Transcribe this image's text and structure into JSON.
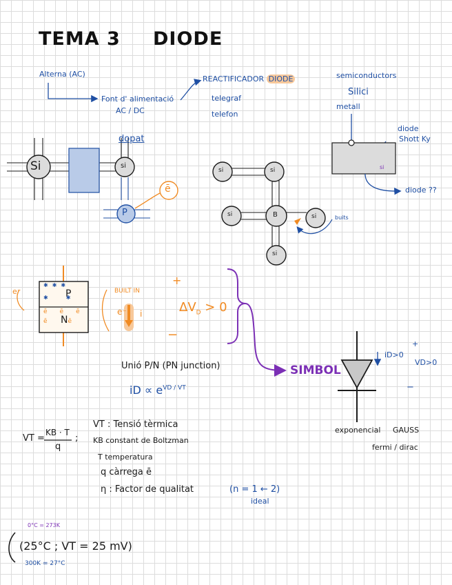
{
  "title": {
    "topic": "TEMA 3",
    "subject": "DIODE"
  },
  "section_ac": {
    "alterna": "Alterna (AC)",
    "font_line1": "Font d' alimentació",
    "font_line2": "AC / DC"
  },
  "section_rect": {
    "label": "REACTIFICADOR",
    "diode_tag": "DIODE",
    "uses": [
      "telegraf",
      "telefon"
    ]
  },
  "section_semi": {
    "title": "semiconductors",
    "items": [
      "Silici",
      "metall"
    ],
    "schottky": [
      "diode",
      "Shott Ky"
    ],
    "si_tag": "si",
    "question": "diode ??"
  },
  "lattice": {
    "dopat": "dopat",
    "si_big": "Si",
    "si_small": "si",
    "p_atom": "P",
    "electron": "ē",
    "b_atom": "B",
    "si_atoms": [
      "si",
      "si",
      "si",
      "si",
      "si"
    ],
    "hole_label": "buits"
  },
  "junction": {
    "p": "P",
    "n": "N",
    "e_minus": "e⁻",
    "built_in": "BUILT IN",
    "e_arrow": "e⁻",
    "current": "i",
    "plus": "+",
    "minus": "−",
    "delta_v": "ΔV",
    "delta_v_sub": "D",
    "delta_v_rest": " > 0"
  },
  "union": {
    "text": "Unió  P/N  (PN junction)",
    "i_d": "iD ∝ e",
    "exponent": "VD / VT"
  },
  "symbol": {
    "label": "SIMBOL",
    "id_label": "iD>0",
    "plus": "+",
    "vd_label": "VD>0",
    "minus": "−",
    "exponencial": "exponencial",
    "gauss": "GAUSS",
    "fermi": "fermi / dirac"
  },
  "thermal": {
    "vt_lhs": "VT =",
    "numerator": "KB · T",
    "denominator": "q",
    "semicolon": ";",
    "defs": [
      "VT : Tensió tèrmica",
      "KB  constant de Boltzman",
      "T   temperatura",
      "q   càrrega ē",
      "η : Factor de qualitat"
    ],
    "ideal_range": "(n = 1 ← 2)",
    "ideal": "ideal"
  },
  "room_temp": {
    "kelvin_note": "0°C = 273K",
    "value": "(25°C ; VT = 25 mV)",
    "note": "300K = 27°C"
  },
  "colors": {
    "ink": "#1b1b1b",
    "blue": "#1f4fa3",
    "orange": "#f08a22",
    "purple": "#7b2fb5",
    "highlight_blue": "#b9cbe8",
    "grid": "#dcdcdc"
  }
}
